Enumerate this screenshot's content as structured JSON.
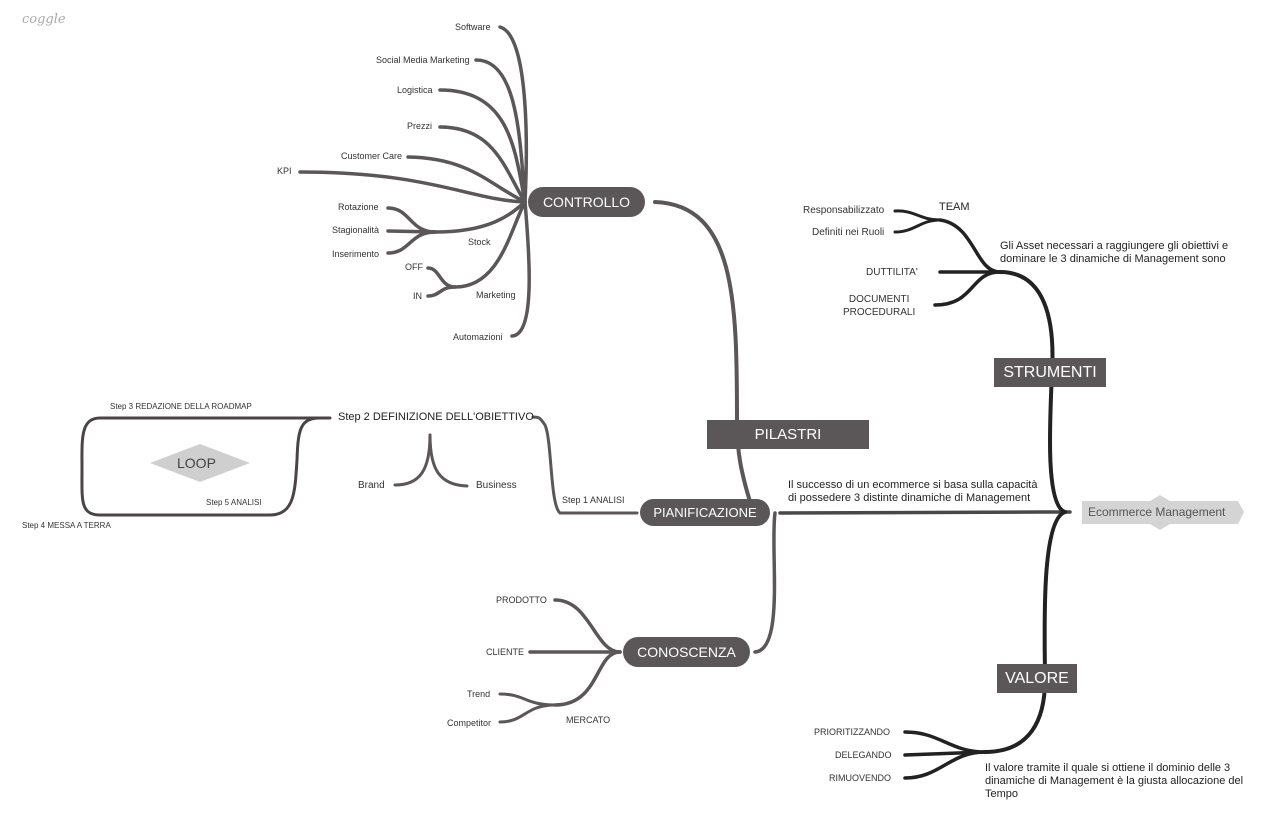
{
  "app": {
    "logo": "coggle"
  },
  "root": {
    "label": "Ecommerce Management"
  },
  "center": {
    "label": "PILASTRI"
  },
  "controllo": {
    "label": "CONTROLLO",
    "items": [
      "Software",
      "Social Media Marketing",
      "Logistica",
      "Prezzi",
      "Customer Care",
      "KPI",
      "Automazioni"
    ],
    "stock": {
      "label": "Stock",
      "items": [
        "Rotazione",
        "Stagionalità",
        "Inserimento"
      ]
    },
    "marketing": {
      "label": "Marketing",
      "items": [
        "OFF",
        "IN"
      ]
    }
  },
  "pianificazione": {
    "label": "PIANIFICAZIONE",
    "step1": "Step 1 ANALISI",
    "step2": "Step 2 DEFINIZIONE DELL'OBIETTIVO",
    "step2_items": [
      "Brand",
      "Business"
    ],
    "step3": "Step 3 REDAZIONE DELLA ROADMAP",
    "step4": "Step 4 MESSA A TERRA",
    "step5": "Step 5 ANALISI",
    "loop": "LOOP"
  },
  "conoscenza": {
    "label": "CONOSCENZA",
    "items": [
      "PRODOTTO",
      "CLIENTE"
    ],
    "mercato": {
      "label": "MERCATO",
      "items": [
        "Trend",
        "Competitor"
      ]
    }
  },
  "strumenti": {
    "label": "STRUMENTI",
    "intro": "Gli Asset necessari a raggiungere gli obiettivi e dominare le 3 dinamiche di Management sono",
    "team": {
      "label": "TEAM",
      "items": [
        "Responsabilizzato",
        "Definiti nei Ruoli"
      ]
    },
    "items": [
      "DUTTILITA'",
      "DOCUMENTI\nPROCEDURALI"
    ]
  },
  "valore": {
    "label": "VALORE",
    "intro": "Il valore tramite il quale si ottiene il dominio delle 3 dinamiche di Management è la giusta allocazione del Tempo",
    "items": [
      "PRIORITIZZANDO",
      "DELEGANDO",
      "RIMUOVENDO"
    ]
  },
  "successo": {
    "text": "Il successo di un ecommerce si basa sulla capacità di possedere 3 distinte dinamiche di Management"
  },
  "colors": {
    "grey_branch": "#5b5758",
    "dark_branch": "#222222",
    "root_fill": "#d4d4d4",
    "loop_fill": "#cfcfcf"
  }
}
